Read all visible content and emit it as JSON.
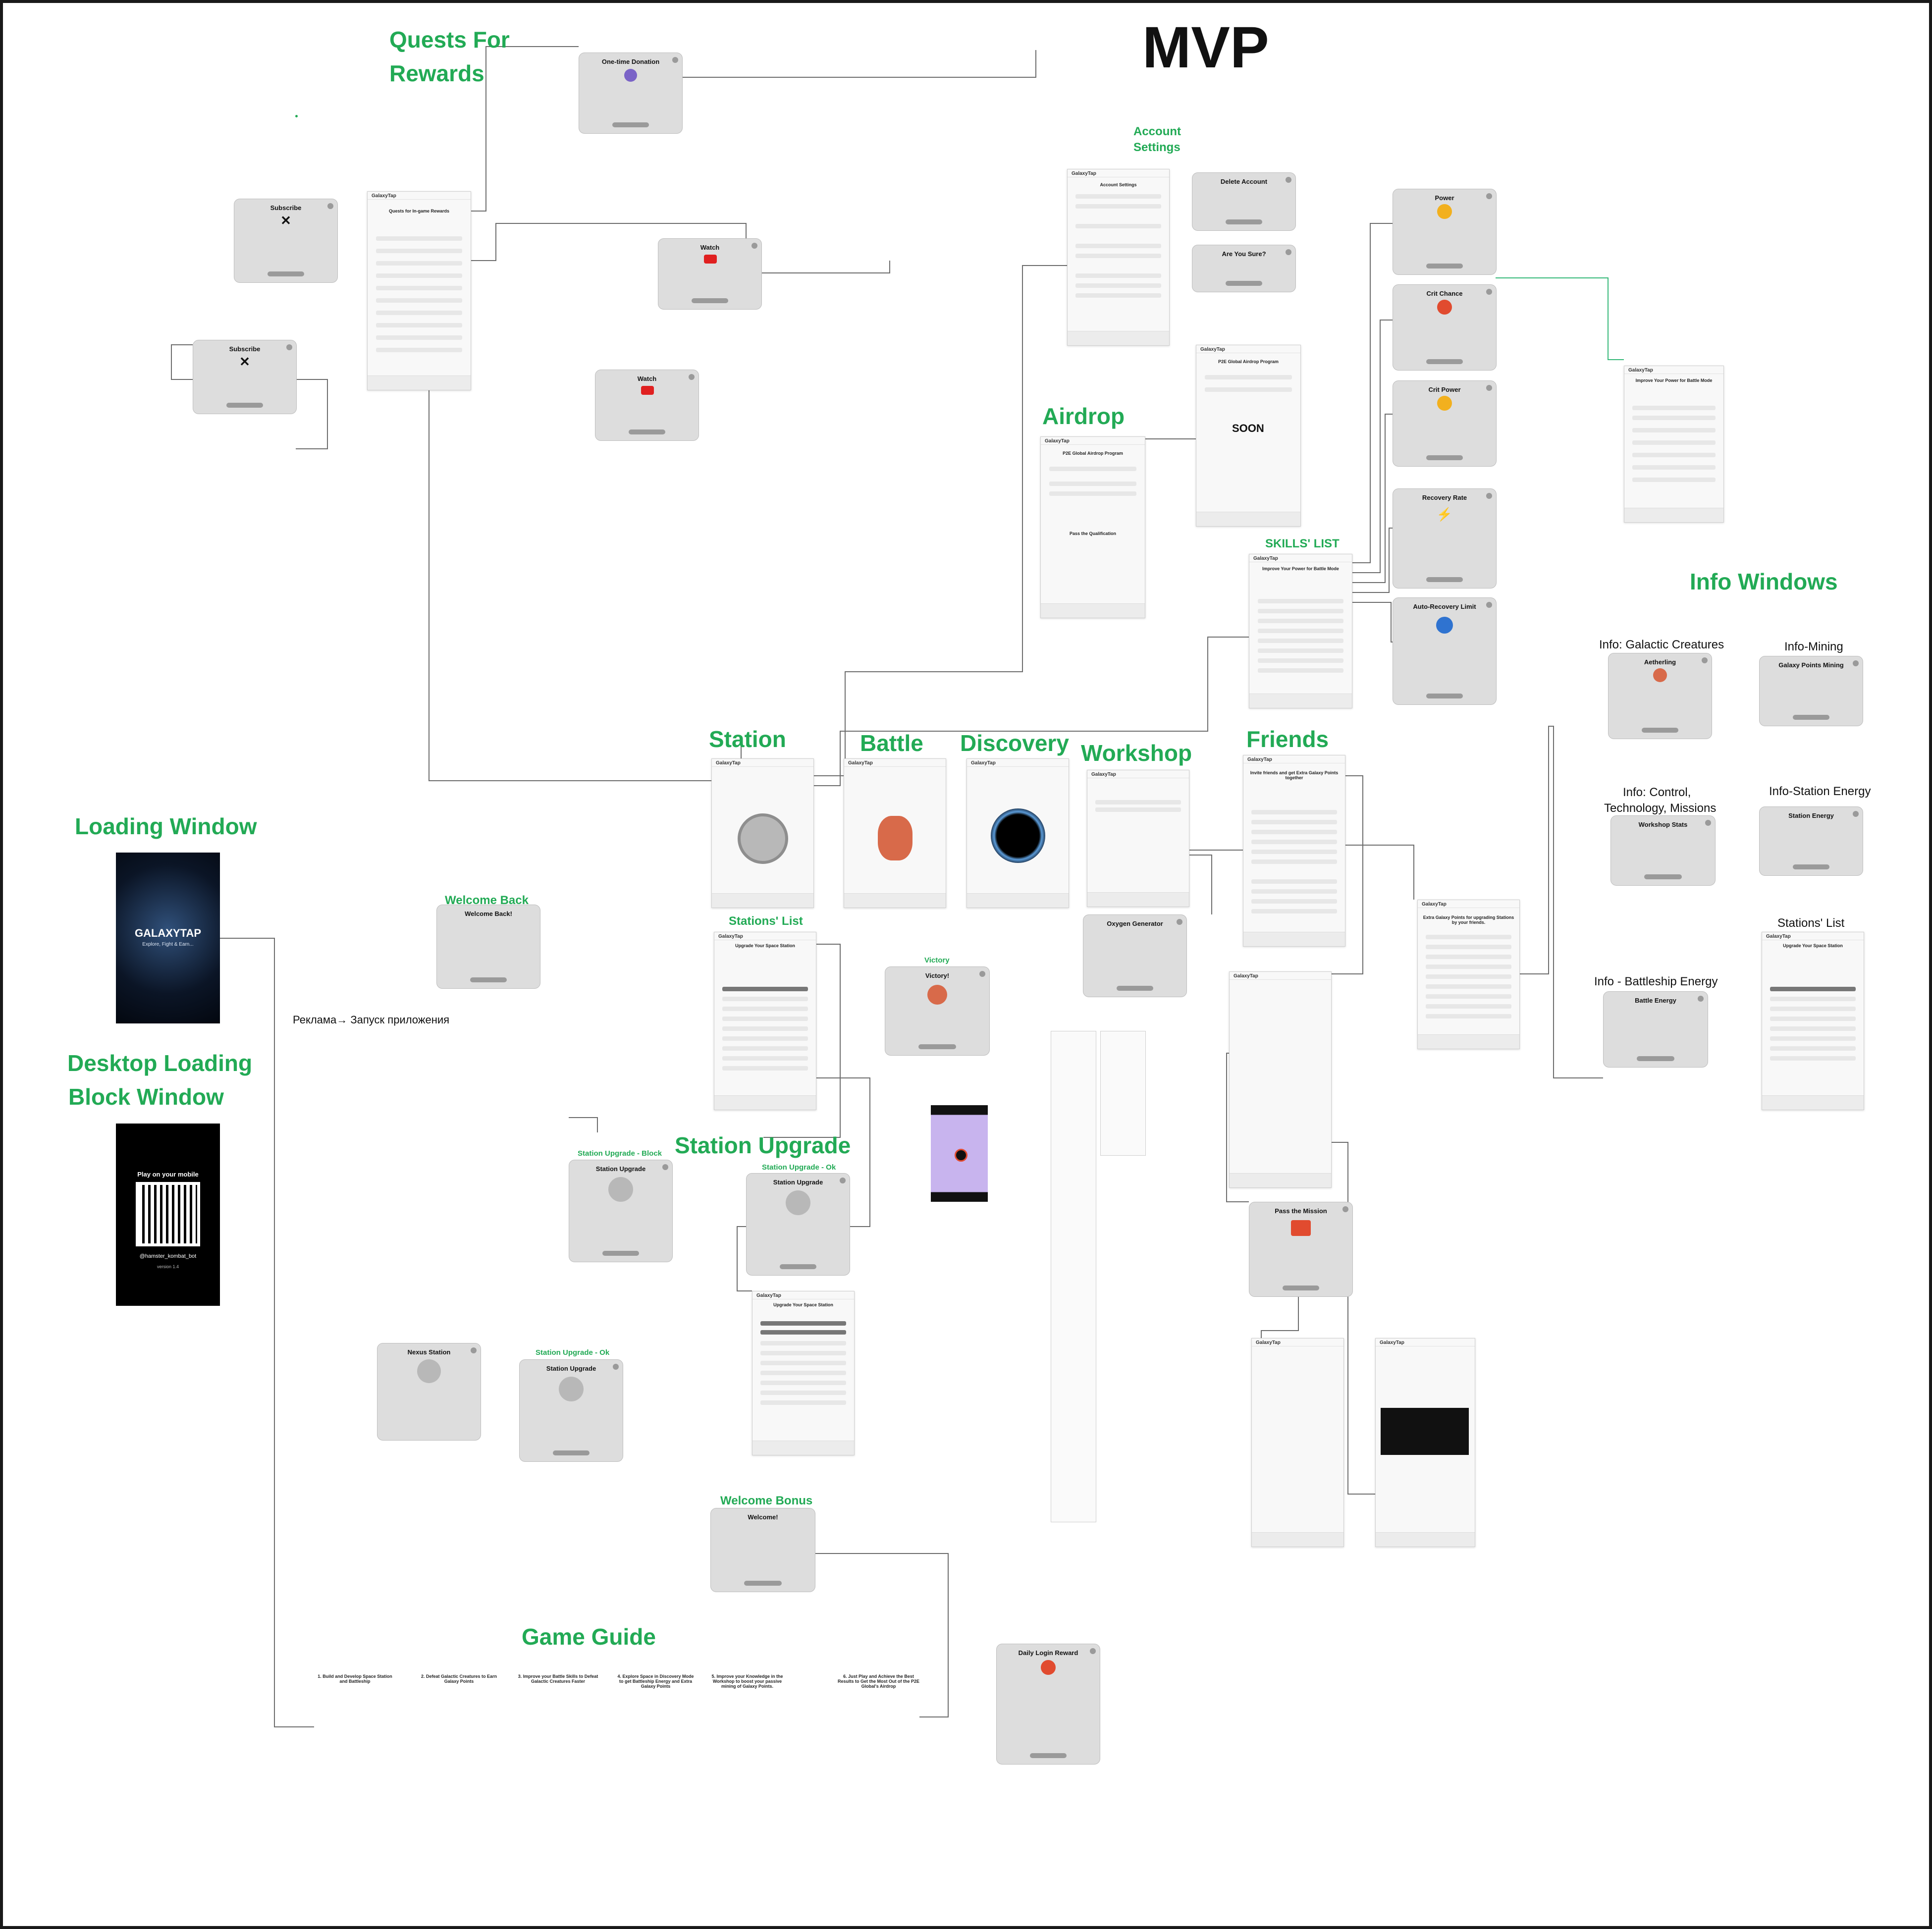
{
  "board_title": "MVP",
  "sections": {
    "quests_for": "Quests For",
    "rewards": "Rewards",
    "account": "Account",
    "settings": "Settings",
    "airdrop": "Airdrop",
    "skills_list": "SKILLS' LIST",
    "info_windows": "Info Windows",
    "info_galactic": "Info: Galactic Creatures",
    "info_mining": "Info-Mining",
    "info_control_1": "Info: Control,",
    "info_control_2": "Technology, Missions",
    "info_station_energy": "Info-Station Energy",
    "stations_list_right": "Stations' List",
    "info_battleship": "Info - Battleship Energy",
    "station": "Station",
    "battle": "Battle",
    "discovery": "Discovery",
    "workshop": "Workshop",
    "friends": "Friends",
    "stations_list": "Stations' List",
    "victory": "Victory",
    "welcome_back": "Welcome Back",
    "loading_window": "Loading Window",
    "desktop_loading_1": "Desktop Loading",
    "desktop_loading_2": "Block Window",
    "station_upgrade": "Station Upgrade",
    "station_upgrade_block": "Station Upgrade - Block",
    "station_upgrade_ok": "Station Upgrade - Ok",
    "station_upgrade_ok_2": "Station Upgrade - Ok",
    "welcome_bonus": "Welcome Bonus",
    "game_guide": "Game Guide"
  },
  "ad_label": "Реклама→ Запуск приложения",
  "app_name": "GalaxyTap",
  "screens": {
    "quests_title": "Quests for In-game Rewards",
    "account_settings": "Account Settings",
    "airdrop_program": "P2E Global Airdrop Program",
    "airdrop_pass": "Pass the Qualification",
    "soon": "SOON",
    "skills_power": "Improve Your Power for Battle Mode",
    "upgrade_station": "Upgrade Your Space Station",
    "extra_points": "Extra Galaxy Points for upgrading Stations by your friends.",
    "invite_friends": "Invite friends and get Extra Galaxy Points together"
  },
  "modals": {
    "one_time_donation": "One-time Donation",
    "subscribe": "Subscribe",
    "subscribe_2": "Subscribe",
    "watch": "Watch",
    "watch_2": "Watch",
    "delete_account": "Delete Account",
    "are_you_sure": "Are You Sure?",
    "power": "Power",
    "crit_chance": "Crit Chance",
    "crit_power": "Crit Power",
    "recovery_rate": "Recovery Rate",
    "auto_recovery": "Auto-Recovery Limit",
    "aetherling": "Aetherling",
    "galaxy_points_mining": "Galaxy Points Mining",
    "workshop_stats": "Workshop Stats",
    "station_energy": "Station Energy",
    "battle_energy": "Battle Energy",
    "oxygen_generator": "Oxygen Generator",
    "victory": "Victory!",
    "welcome_back": "Welcome Back!",
    "station_upgrade_a": "Station Upgrade",
    "station_upgrade_b": "Station Upgrade",
    "station_upgrade_c": "Station Upgrade",
    "nexus_station": "Nexus Station",
    "pass_the_mission": "Pass the Mission",
    "welcome": "Welcome!",
    "daily_login_reward": "Daily Login Reward"
  },
  "loading": {
    "brand": "GALAXYTAP",
    "tagline": "Explore, Fight & Earn..."
  },
  "desktop": {
    "message": "Play on your mobile",
    "handle": "@hamster_kombat_bot",
    "version": "version 1.4"
  },
  "guide_steps": [
    "1. Build and Develop Space Station and Battleship",
    "2. Defeat Galactic Creatures to Earn Galaxy Points",
    "3. Improve your Battle Skills to Defeat Galactic Creatures Faster",
    "4. Explore Space in Discovery Mode to get Battleship Energy and Extra Galaxy Points",
    "5. Improve your Knowledge in the Workshop to boost your passive mining of Galaxy Points.",
    "6. Just Play and Achieve the Best Results to Get the Most Out of the P2E Global's Airdrop"
  ],
  "colors": {
    "section_green": "#22aa55",
    "board_bg": "#ffffff",
    "frame_bg": "#1a1a1a",
    "modal_grey": "#dddddd",
    "accent_red": "#e14b2f",
    "accent_gold": "#f2b01e"
  }
}
